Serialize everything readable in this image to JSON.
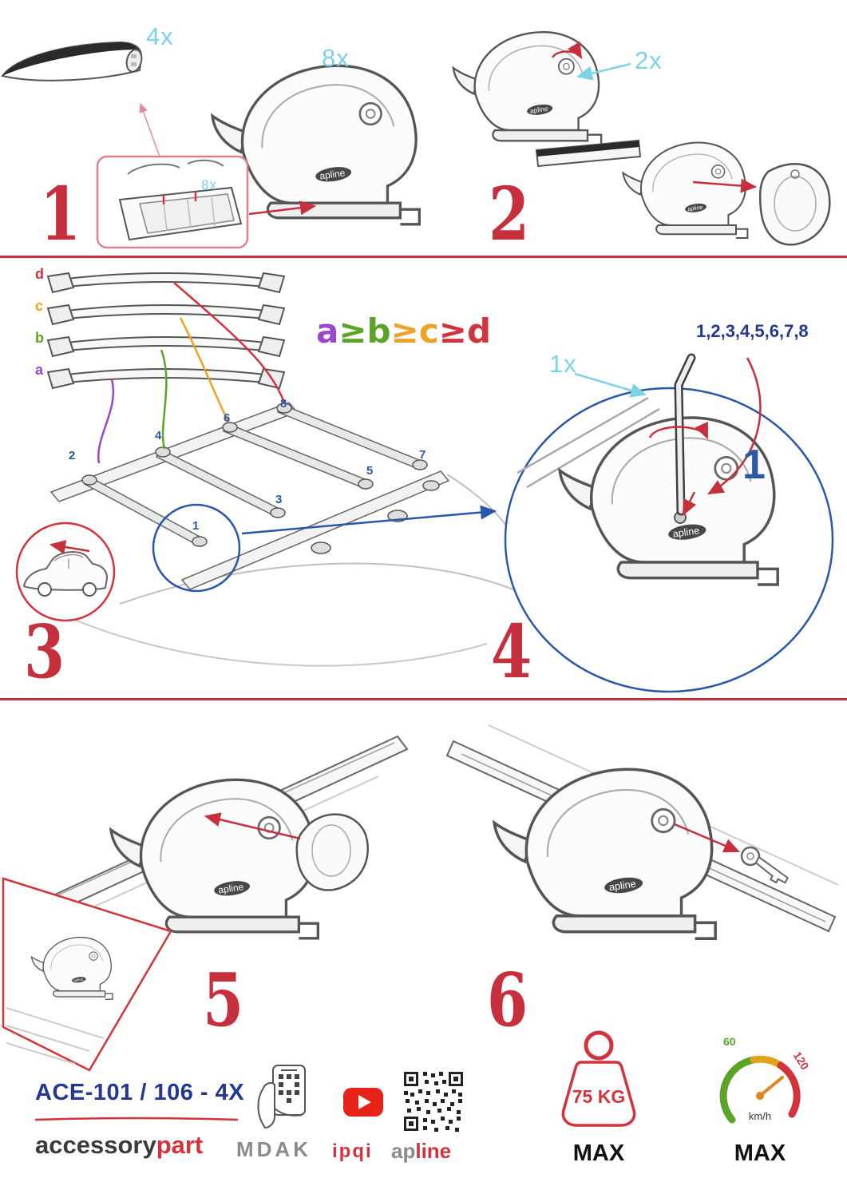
{
  "colors": {
    "accent_red": "#c5303c",
    "cyan": "#7dd2e4",
    "blue": "#2b57a8",
    "navy": "#24388f",
    "purple": "#9b45c8",
    "green": "#5aa428",
    "orange": "#eda229",
    "youtube_red": "#e62117",
    "logo_gray": "#8b8b8b"
  },
  "step1": {
    "number": "1",
    "bar_qty": "4x",
    "foot_qty": "8x",
    "pad_qty": "8x"
  },
  "step2": {
    "number": "2",
    "lock_qty": "2x"
  },
  "step3": {
    "number": "3",
    "bar_labels": {
      "top": "d",
      "second": "c",
      "third": "b",
      "bottom": "a"
    },
    "rule": {
      "a": "a",
      "ge1": "≥",
      "b": "b",
      "ge2": "≥",
      "c": "c",
      "ge3": "≥",
      "d": "d"
    },
    "positions": [
      "1",
      "2",
      "3",
      "4",
      "5",
      "6",
      "7",
      "8"
    ]
  },
  "step4": {
    "number": "4",
    "tool_qty": "1x",
    "sequence": "1,2,3,4,5,6,7,8",
    "highlight": "1"
  },
  "step5": {
    "number": "5"
  },
  "step6": {
    "number": "6"
  },
  "foot_logo": "apline",
  "footer": {
    "model": "ACE-101 / 106 - 4X",
    "brand": {
      "black": "accessory",
      "red": "part"
    },
    "mdak": "MDAK",
    "ipqi": "ipqi",
    "apline": {
      "gray": "ap",
      "red": "line"
    },
    "weight": {
      "value": "75 KG",
      "max": "MAX"
    },
    "gauge": {
      "low": "60",
      "high": "120",
      "unit": "km/h",
      "max": "MAX"
    }
  }
}
